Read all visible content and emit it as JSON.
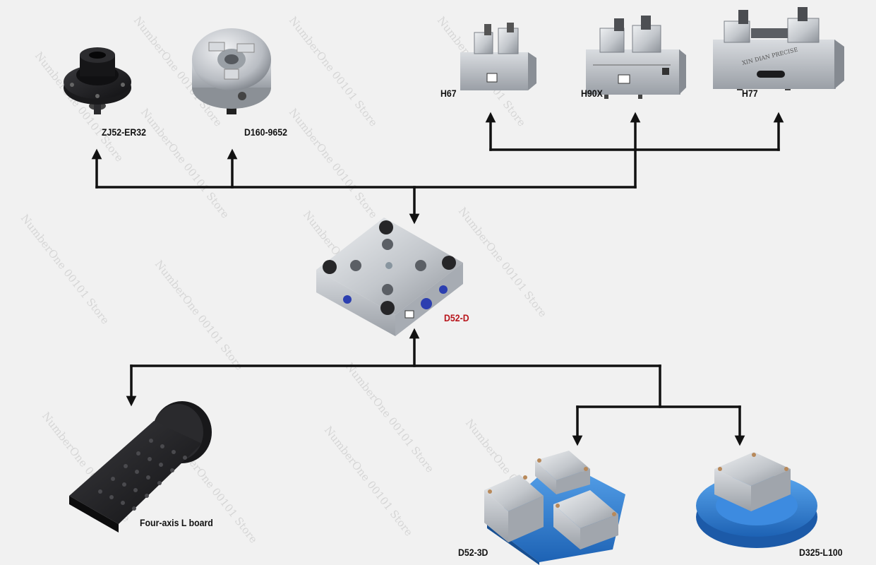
{
  "labels": {
    "zj52": "ZJ52-ER32",
    "d160": "D160-9652",
    "h67": "H67",
    "h90x": "H90X",
    "h77": "H77",
    "d52d": "D52-D",
    "four_axis": "Four-axis L board",
    "d52_3d": "D52-3D",
    "d325": "D325-L100",
    "vise_engraving": "XIN DIAN PRECISE"
  },
  "watermark": "NumberOne 00101 Store",
  "colors": {
    "line": "#111111",
    "center_label": "#b8141a",
    "steel": "#c9ccd1",
    "blue_base": "#2f7fd4",
    "black_part": "#1c1c1e"
  }
}
